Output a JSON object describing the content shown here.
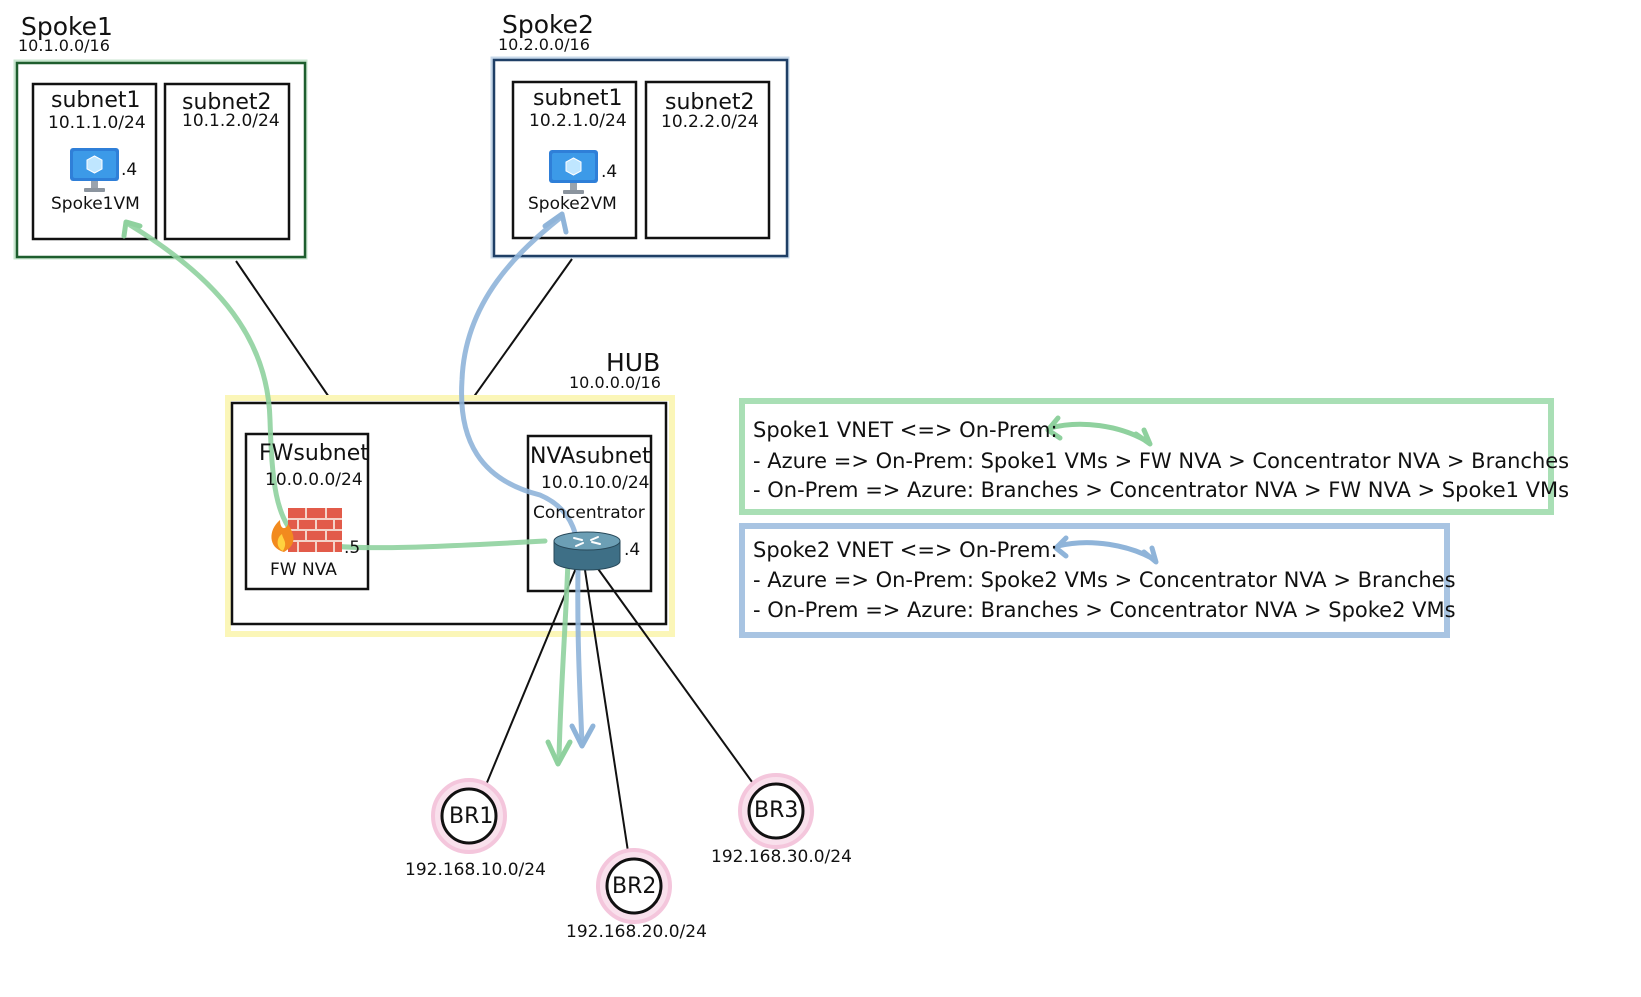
{
  "spoke1": {
    "name": "Spoke1",
    "cidr": "10.1.0.0/16",
    "subnet1": {
      "name": "subnet1",
      "cidr": "10.1.1.0/24",
      "vm_name": "Spoke1VM",
      "ip_suffix": ".4"
    },
    "subnet2": {
      "name": "subnet2",
      "cidr": "10.1.2.0/24"
    }
  },
  "spoke2": {
    "name": "Spoke2",
    "cidr": "10.2.0.0/16",
    "subnet1": {
      "name": "subnet1",
      "cidr": "10.2.1.0/24",
      "vm_name": "Spoke2VM",
      "ip_suffix": ".4"
    },
    "subnet2": {
      "name": "subnet2",
      "cidr": "10.2.2.0/24"
    }
  },
  "hub": {
    "name": "HUB",
    "cidr": "10.0.0.0/16",
    "fw_subnet": {
      "name": "FWsubnet",
      "cidr": "10.0.0.0/24",
      "device": "FW NVA",
      "ip_suffix": ".5"
    },
    "nva_subnet": {
      "name": "NVAsubnet",
      "cidr": "10.0.10.0/24",
      "device": "Concentrator",
      "ip_suffix": ".4"
    }
  },
  "branches": [
    {
      "name": "BR1",
      "cidr": "192.168.10.0/24"
    },
    {
      "name": "BR2",
      "cidr": "192.168.20.0/24"
    },
    {
      "name": "BR3",
      "cidr": "192.168.30.0/24"
    }
  ],
  "legend": {
    "spoke1": {
      "title": "Spoke1 VNET <=> On-Prem:",
      "line1": "- Azure => On-Prem: Spoke1 VMs > FW NVA > Concentrator NVA > Branches",
      "line2": "- On-Prem => Azure: Branches > Concentrator NVA > FW NVA > Spoke1 VMs"
    },
    "spoke2": {
      "title": "Spoke2 VNET <=> On-Prem:",
      "line1": "- Azure => On-Prem: Spoke2 VMs > Concentrator NVA > Branches",
      "line2": "- On-Prem => Azure: Branches > Concentrator NVA > Spoke2 VMs"
    }
  },
  "colors": {
    "spoke1_border": "#1e5e2e",
    "spoke2_border": "#1f3f66",
    "hub_highlight": "#fbf6b8",
    "green_path": "#8fd19e",
    "blue_path": "#8fb4d9",
    "legend_green": "#a9dfb5",
    "legend_blue": "#a8c4e2",
    "branch_glow": "#f4c6dc"
  },
  "icons": {
    "vm": "virtual-machine-icon",
    "firewall": "firewall-icon",
    "router": "router-icon"
  }
}
